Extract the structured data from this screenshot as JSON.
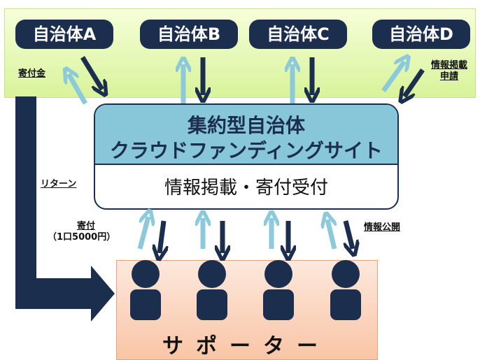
{
  "municipalities": [
    "自治体A",
    "自治体B",
    "自治体C",
    "自治体D"
  ],
  "platform": {
    "title_line1": "集約型自治体",
    "title_line2": "クラウドファンディングサイト",
    "subtitle": "情報掲載・寄付受付"
  },
  "labels": {
    "donation_money": "寄付金",
    "info_request_line1": "情報掲載",
    "info_request_line2": "申請",
    "return": "リターン",
    "donation": "寄付",
    "donation_unit": "（1口5000円）",
    "info_disclosure": "情報公開"
  },
  "supporters": {
    "label": "サポーター",
    "count": 4
  },
  "colors": {
    "navy": "#1c2e4e",
    "light_blue": "#8ccadb",
    "platform_header": "#88c6d9",
    "municipality_band": "#d8f39a",
    "supporter_band": "#f9c5a6"
  }
}
